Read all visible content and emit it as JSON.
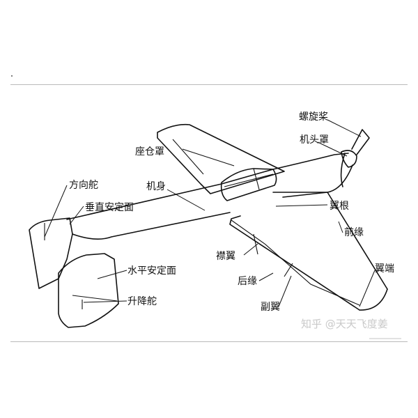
{
  "labels": {
    "propeller": "螺旋桨",
    "spinner": "机头罩",
    "canopy": "座仓罩",
    "fuselage": "机身",
    "rudder": "方向舵",
    "vertical_stabilizer": "垂直安定面",
    "horizontal_stabilizer": "水平安定面",
    "elevator": "升降舵",
    "wing_root": "翼根",
    "leading_edge": "前缘",
    "flap": "襟翼",
    "trailing_edge": "后缘",
    "aileron": "副翼",
    "wing_tip": "翼端"
  },
  "watermark": "知乎 @天天飞度姜",
  "colors": {
    "line": "#111111",
    "frame": "#b9b9b9",
    "watermark": "#c9c9c9"
  }
}
